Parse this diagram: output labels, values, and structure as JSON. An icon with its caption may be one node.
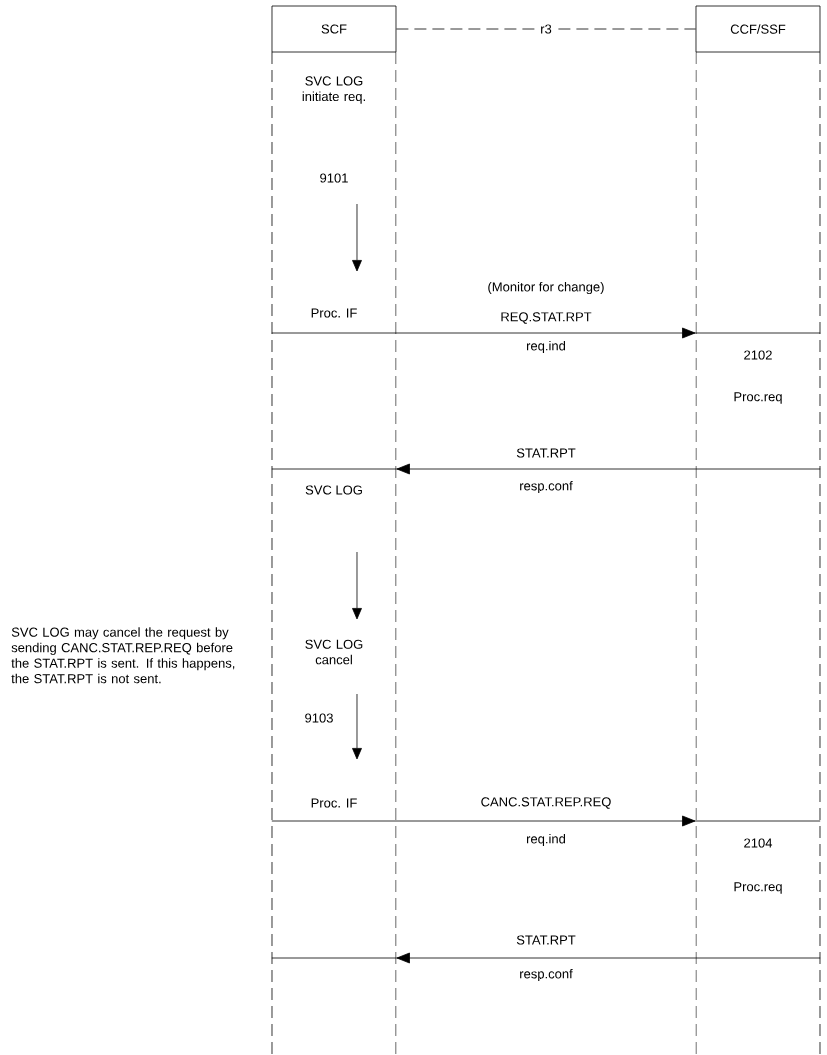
{
  "diagram": {
    "nodes": [
      {
        "text": [
          "SCF"
        ]
      },
      {
        "text": [
          "CCF/SSF"
        ]
      },
      {
        "text": [
          "SVC LOG initiate req.",
          "9101",
          "Proc. IF",
          "SVC LOG",
          "SVC LOG cancel",
          "9103",
          "Proc. IF"
        ]
      },
      {
        "text": [
          "2102",
          "Proc.req",
          "2104",
          "Proc.req"
        ]
      }
    ],
    "edges": [
      {
        "from": 0,
        "to": 1,
        "arrow": "none",
        "label": "r3",
        "style": "dashed"
      },
      {
        "from": 2,
        "to": 3,
        "arrow": "to",
        "label": "REQ.STAT.RPT"
      },
      {
        "from": 3,
        "to": 2,
        "arrow": "to",
        "label": "STAT.RPT"
      },
      {
        "from": 2,
        "to": 3,
        "arrow": "to",
        "label": "CANC.STAT.REP.REQ"
      },
      {
        "from": 3,
        "to": 2,
        "arrow": "to",
        "label": "STAT.RPT"
      }
    ],
    "labels": [
      "(Monitor for change)",
      "req.ind",
      "resp.conf",
      "SVC LOG may cancel the request by sending CANC.STAT.REP.REQ before the STAT.RPT is sent. If this happens, the STAT.RPT is not sent.",
      "req.ind",
      "resp.conf"
    ]
  }
}
